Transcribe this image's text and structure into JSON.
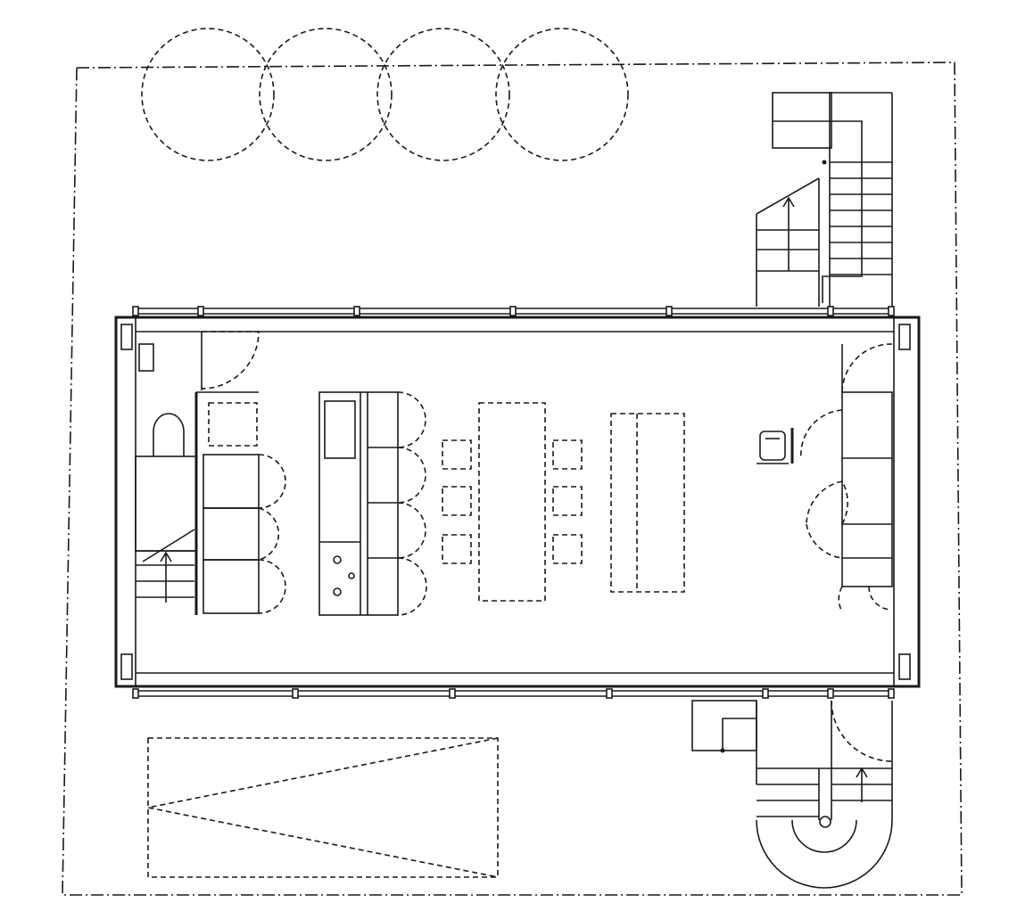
{
  "plan": {
    "trees": 4,
    "stair_north_treads": 10,
    "stair_south_treads": 4,
    "kitchen_counter_cabinets": 4,
    "west_cabinets": 3,
    "east_cabinets": 4,
    "dining_stools": 6
  }
}
